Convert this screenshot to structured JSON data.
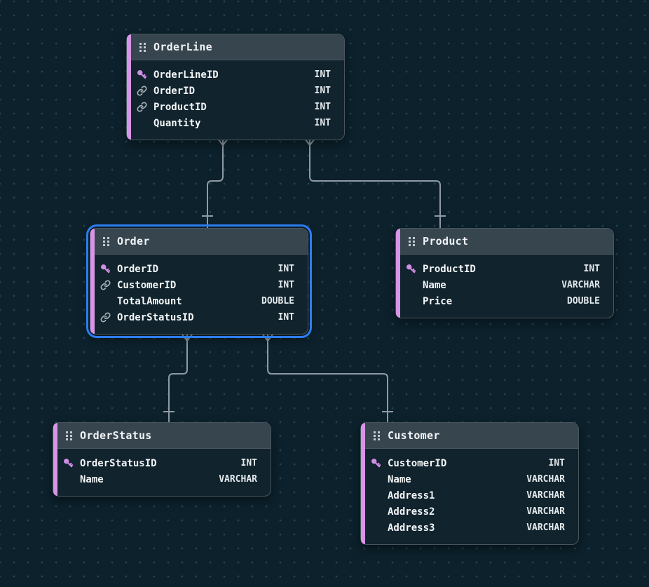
{
  "canvas": {
    "background_color": "#0c212c",
    "grid_dot_color": "#21414e",
    "connection_color": "#8f9aa3",
    "selection_color": "#2d7df0",
    "accent_bar_color": "#d795e6",
    "key_icon_color": "#d08ee4",
    "link_icon_color": "#a9b3ba"
  },
  "tables": [
    {
      "id": "orderline",
      "name": "OrderLine",
      "selected": false,
      "fields": [
        {
          "name": "OrderLineID",
          "type": "INT",
          "icon": "key-icon"
        },
        {
          "name": "OrderID",
          "type": "INT",
          "icon": "link-icon"
        },
        {
          "name": "ProductID",
          "type": "INT",
          "icon": "link-icon"
        },
        {
          "name": "Quantity",
          "type": "INT",
          "icon": null
        }
      ]
    },
    {
      "id": "order",
      "name": "Order",
      "selected": true,
      "fields": [
        {
          "name": "OrderID",
          "type": "INT",
          "icon": "key-icon"
        },
        {
          "name": "CustomerID",
          "type": "INT",
          "icon": "link-icon"
        },
        {
          "name": "TotalAmount",
          "type": "DOUBLE",
          "icon": null
        },
        {
          "name": "OrderStatusID",
          "type": "INT",
          "icon": "link-icon"
        }
      ]
    },
    {
      "id": "product",
      "name": "Product",
      "selected": false,
      "fields": [
        {
          "name": "ProductID",
          "type": "INT",
          "icon": "key-icon"
        },
        {
          "name": "Name",
          "type": "VARCHAR",
          "icon": null
        },
        {
          "name": "Price",
          "type": "DOUBLE",
          "icon": null
        }
      ]
    },
    {
      "id": "orderstatus",
      "name": "OrderStatus",
      "selected": false,
      "fields": [
        {
          "name": "OrderStatusID",
          "type": "INT",
          "icon": "key-icon"
        },
        {
          "name": "Name",
          "type": "VARCHAR",
          "icon": null
        }
      ]
    },
    {
      "id": "customer",
      "name": "Customer",
      "selected": false,
      "fields": [
        {
          "name": "CustomerID",
          "type": "INT",
          "icon": "key-icon"
        },
        {
          "name": "Name",
          "type": "VARCHAR",
          "icon": null
        },
        {
          "name": "Address1",
          "type": "VARCHAR",
          "icon": null
        },
        {
          "name": "Address2",
          "type": "VARCHAR",
          "icon": null
        },
        {
          "name": "Address3",
          "type": "VARCHAR",
          "icon": null
        }
      ]
    }
  ],
  "relationships": [
    {
      "from": "OrderLine",
      "to": "Order",
      "from_marker": "crow-foot-many",
      "to_marker": "one-tick"
    },
    {
      "from": "OrderLine",
      "to": "Product",
      "from_marker": "crow-foot-many",
      "to_marker": "one-tick"
    },
    {
      "from": "Order",
      "to": "OrderStatus",
      "from_marker": "crow-foot-many",
      "to_marker": "one-tick"
    },
    {
      "from": "Order",
      "to": "Customer",
      "from_marker": "crow-foot-many",
      "to_marker": "one-tick"
    }
  ]
}
